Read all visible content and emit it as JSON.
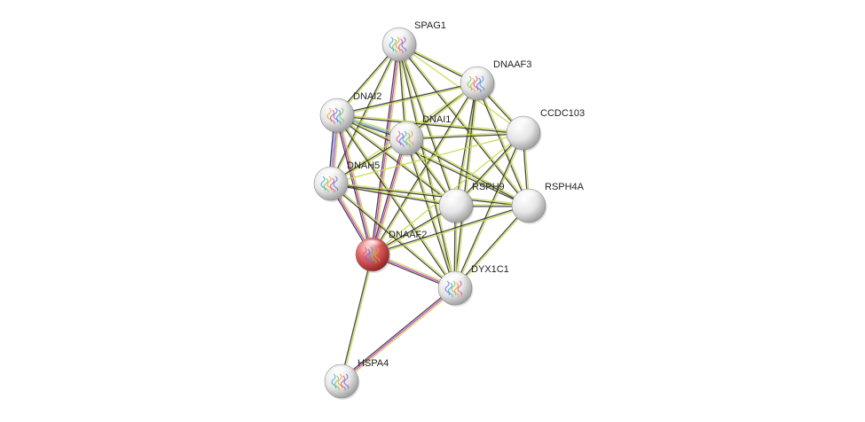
{
  "graph": {
    "nodes": [
      {
        "id": "SPAG1",
        "label": "SPAG1",
        "color": "#ffffff",
        "structure": true
      },
      {
        "id": "DNAAF3",
        "label": "DNAAF3",
        "color": "#ffffff",
        "structure": true
      },
      {
        "id": "DNAI2",
        "label": "DNAI2",
        "color": "#ffffff",
        "structure": true
      },
      {
        "id": "DNAI1",
        "label": "DNAI1",
        "color": "#ffffff",
        "structure": true
      },
      {
        "id": "CCDC103",
        "label": "CCDC103",
        "color": "#ffffff",
        "structure": false
      },
      {
        "id": "DNAH5",
        "label": "DNAH5",
        "color": "#ffffff",
        "structure": true
      },
      {
        "id": "RSPH9",
        "label": "RSPH9",
        "color": "#ffffff",
        "structure": false
      },
      {
        "id": "RSPH4A",
        "label": "RSPH4A",
        "color": "#ffffff",
        "structure": false
      },
      {
        "id": "DNAAF2",
        "label": "DNAAF2",
        "color": "#e0504f",
        "structure": true
      },
      {
        "id": "DYX1C1",
        "label": "DYX1C1",
        "color": "#ffffff",
        "structure": true
      },
      {
        "id": "HSPA4",
        "label": "HSPA4",
        "color": "#ffffff",
        "structure": true
      }
    ],
    "edges": [
      {
        "source": "SPAG1",
        "target": "DNAAF3",
        "colors": [
          "#c8d84a",
          "#333333"
        ]
      },
      {
        "source": "SPAG1",
        "target": "DNAI2",
        "colors": [
          "#c8d84a",
          "#333333"
        ]
      },
      {
        "source": "SPAG1",
        "target": "DNAI1",
        "colors": [
          "#c8d84a",
          "#333333"
        ]
      },
      {
        "source": "SPAG1",
        "target": "DNAH5",
        "colors": [
          "#c8d84a",
          "#333333"
        ]
      },
      {
        "source": "SPAG1",
        "target": "RSPH9",
        "colors": [
          "#c8d84a",
          "#333333"
        ]
      },
      {
        "source": "SPAG1",
        "target": "RSPH4A",
        "colors": [
          "#c8d84a",
          "#333333"
        ]
      },
      {
        "source": "SPAG1",
        "target": "DNAAF2",
        "colors": [
          "#c8d84a",
          "#cc33cc",
          "#333333"
        ]
      },
      {
        "source": "SPAG1",
        "target": "DYX1C1",
        "colors": [
          "#c8d84a",
          "#333333"
        ]
      },
      {
        "source": "SPAG1",
        "target": "CCDC103",
        "colors": [
          "#c8d84a"
        ]
      },
      {
        "source": "DNAAF3",
        "target": "DNAI2",
        "colors": [
          "#c8d84a",
          "#333333"
        ]
      },
      {
        "source": "DNAAF3",
        "target": "DNAI1",
        "colors": [
          "#c8d84a",
          "#333333"
        ]
      },
      {
        "source": "DNAAF3",
        "target": "CCDC103",
        "colors": [
          "#c8d84a",
          "#333333"
        ]
      },
      {
        "source": "DNAAF3",
        "target": "DNAH5",
        "colors": [
          "#c8d84a"
        ]
      },
      {
        "source": "DNAAF3",
        "target": "RSPH9",
        "colors": [
          "#c8d84a",
          "#333333"
        ]
      },
      {
        "source": "DNAAF3",
        "target": "RSPH4A",
        "colors": [
          "#c8d84a",
          "#333333"
        ]
      },
      {
        "source": "DNAAF3",
        "target": "DNAAF2",
        "colors": [
          "#c8d84a",
          "#333333"
        ]
      },
      {
        "source": "DNAAF3",
        "target": "DYX1C1",
        "colors": [
          "#c8d84a",
          "#333333"
        ]
      },
      {
        "source": "DNAI2",
        "target": "DNAI1",
        "colors": [
          "#c8d84a",
          "#5599dd",
          "#333333"
        ]
      },
      {
        "source": "DNAI2",
        "target": "CCDC103",
        "colors": [
          "#c8d84a",
          "#333333"
        ]
      },
      {
        "source": "DNAI2",
        "target": "DNAH5",
        "colors": [
          "#c8d84a",
          "#cc33cc",
          "#5599dd",
          "#333333"
        ]
      },
      {
        "source": "DNAI2",
        "target": "RSPH9",
        "colors": [
          "#c8d84a",
          "#333333"
        ]
      },
      {
        "source": "DNAI2",
        "target": "RSPH4A",
        "colors": [
          "#c8d84a",
          "#333333"
        ]
      },
      {
        "source": "DNAI2",
        "target": "DNAAF2",
        "colors": [
          "#c8d84a",
          "#cc33cc",
          "#333333"
        ]
      },
      {
        "source": "DNAI2",
        "target": "DYX1C1",
        "colors": [
          "#c8d84a",
          "#333333"
        ]
      },
      {
        "source": "DNAI1",
        "target": "CCDC103",
        "colors": [
          "#c8d84a",
          "#333333"
        ]
      },
      {
        "source": "DNAI1",
        "target": "DNAH5",
        "colors": [
          "#c8d84a",
          "#333333"
        ]
      },
      {
        "source": "DNAI1",
        "target": "RSPH9",
        "colors": [
          "#c8d84a",
          "#333333"
        ]
      },
      {
        "source": "DNAI1",
        "target": "RSPH4A",
        "colors": [
          "#c8d84a",
          "#333333"
        ]
      },
      {
        "source": "DNAI1",
        "target": "DNAAF2",
        "colors": [
          "#c8d84a",
          "#cc33cc",
          "#333333"
        ]
      },
      {
        "source": "DNAI1",
        "target": "DYX1C1",
        "colors": [
          "#c8d84a",
          "#333333"
        ]
      },
      {
        "source": "CCDC103",
        "target": "DNAH5",
        "colors": [
          "#c8d84a"
        ]
      },
      {
        "source": "CCDC103",
        "target": "RSPH9",
        "colors": [
          "#c8d84a",
          "#333333"
        ]
      },
      {
        "source": "CCDC103",
        "target": "RSPH4A",
        "colors": [
          "#c8d84a",
          "#333333"
        ]
      },
      {
        "source": "CCDC103",
        "target": "DNAAF2",
        "colors": [
          "#c8d84a"
        ]
      },
      {
        "source": "CCDC103",
        "target": "DYX1C1",
        "colors": [
          "#c8d84a",
          "#333333"
        ]
      },
      {
        "source": "DNAH5",
        "target": "RSPH9",
        "colors": [
          "#c8d84a",
          "#333333"
        ]
      },
      {
        "source": "DNAH5",
        "target": "RSPH4A",
        "colors": [
          "#c8d84a",
          "#333333"
        ]
      },
      {
        "source": "DNAH5",
        "target": "DNAAF2",
        "colors": [
          "#c8d84a",
          "#cc33cc",
          "#333333"
        ]
      },
      {
        "source": "DNAH5",
        "target": "DYX1C1",
        "colors": [
          "#c8d84a",
          "#333333"
        ]
      },
      {
        "source": "RSPH9",
        "target": "RSPH4A",
        "colors": [
          "#c8d84a",
          "#333333"
        ]
      },
      {
        "source": "RSPH9",
        "target": "DNAAF2",
        "colors": [
          "#c8d84a",
          "#333333"
        ]
      },
      {
        "source": "RSPH9",
        "target": "DYX1C1",
        "colors": [
          "#c8d84a",
          "#333333"
        ]
      },
      {
        "source": "RSPH4A",
        "target": "DNAAF2",
        "colors": [
          "#c8d84a",
          "#333333"
        ]
      },
      {
        "source": "RSPH4A",
        "target": "DYX1C1",
        "colors": [
          "#c8d84a",
          "#333333"
        ]
      },
      {
        "source": "DNAAF2",
        "target": "DYX1C1",
        "colors": [
          "#c8d84a",
          "#cc33cc",
          "#333333"
        ]
      },
      {
        "source": "DNAAF2",
        "target": "HSPA4",
        "colors": [
          "#c8d84a",
          "#333333"
        ]
      },
      {
        "source": "DYX1C1",
        "target": "HSPA4",
        "colors": [
          "#c8d84a",
          "#cc33cc",
          "#333333"
        ]
      }
    ]
  }
}
